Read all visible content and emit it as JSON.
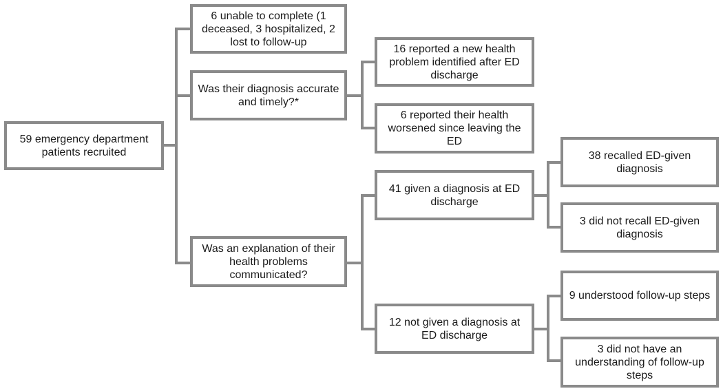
{
  "nodes": {
    "root": "59 emergency department patients recruited",
    "unable": "6 unable to complete (1 deceased, 3 hospitalized, 2 lost to follow-up",
    "accurate_q": "Was their diagnosis accurate and timely?*",
    "new_problem": "16 reported a new health problem identified after ED discharge",
    "worsened": "6 reported their health worsened since leaving the ED",
    "explanation_q": "Was an explanation of their health problems communicated?",
    "given_dx": "41 given a diagnosis at ED discharge",
    "recalled": "38 recalled ED-given diagnosis",
    "not_recalled": "3 did not recall ED-given diagnosis",
    "not_given_dx": "12 not given a diagnosis at ED discharge",
    "understood": "9 understood follow-up steps",
    "not_understood": "3 did not have an understanding of follow-up steps"
  },
  "colors": {
    "border": "#8a8a8a",
    "text": "#1a1a1a",
    "background": "#ffffff"
  }
}
